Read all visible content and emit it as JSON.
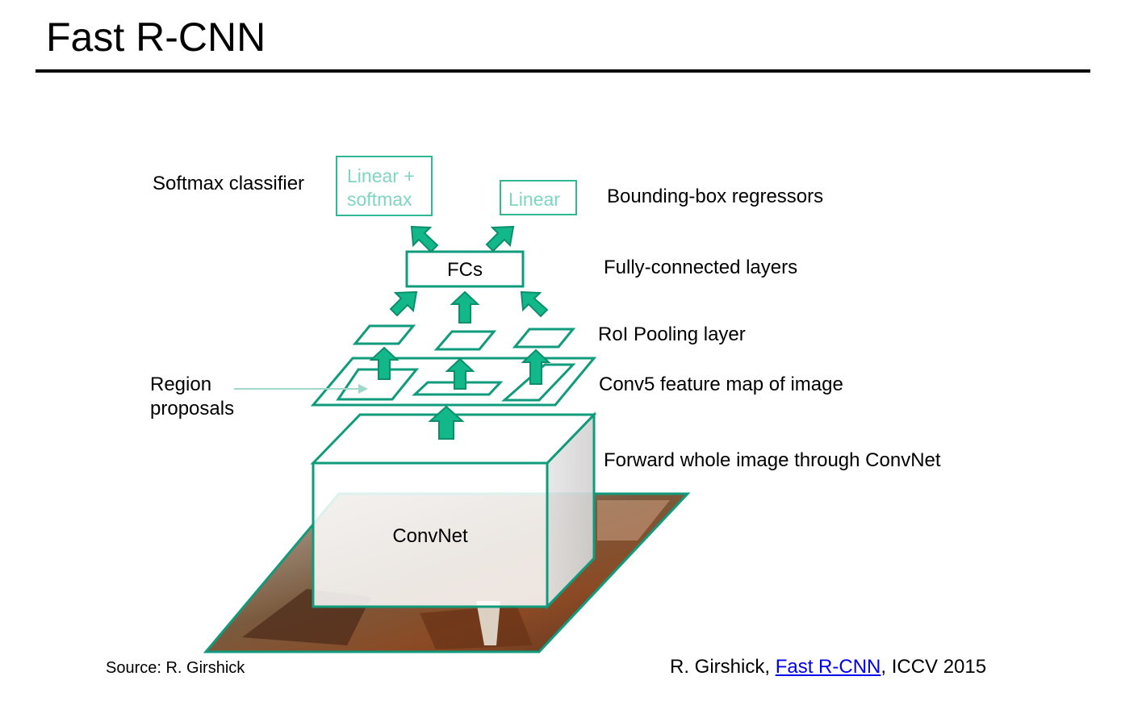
{
  "slide": {
    "title": "Fast R-CNN"
  },
  "diagram": {
    "boxes": {
      "linear_softmax_line1": "Linear +",
      "linear_softmax_line2": "softmax",
      "linear": "Linear",
      "fcs": "FCs",
      "convnet": "ConvNet"
    },
    "labels": {
      "softmax_classifier": "Softmax classifier",
      "bbox_regressors": "Bounding-box regressors",
      "fully_connected": "Fully-connected layers",
      "roi_pooling": "RoI Pooling layer",
      "conv5": "Conv5 feature map of image",
      "forward": "Forward whole image through ConvNet",
      "region_line1": "Region",
      "region_line2": "proposals"
    },
    "colors": {
      "teal": "#109c7c",
      "arrow_fill": "#12b88a",
      "faded_teal": "#7fd6c0"
    }
  },
  "footer": {
    "source": "Source: R. Girshick",
    "cite_prefix": "R. Girshick, ",
    "cite_link": "Fast R-CNN",
    "cite_suffix": ", ICCV 2015"
  }
}
